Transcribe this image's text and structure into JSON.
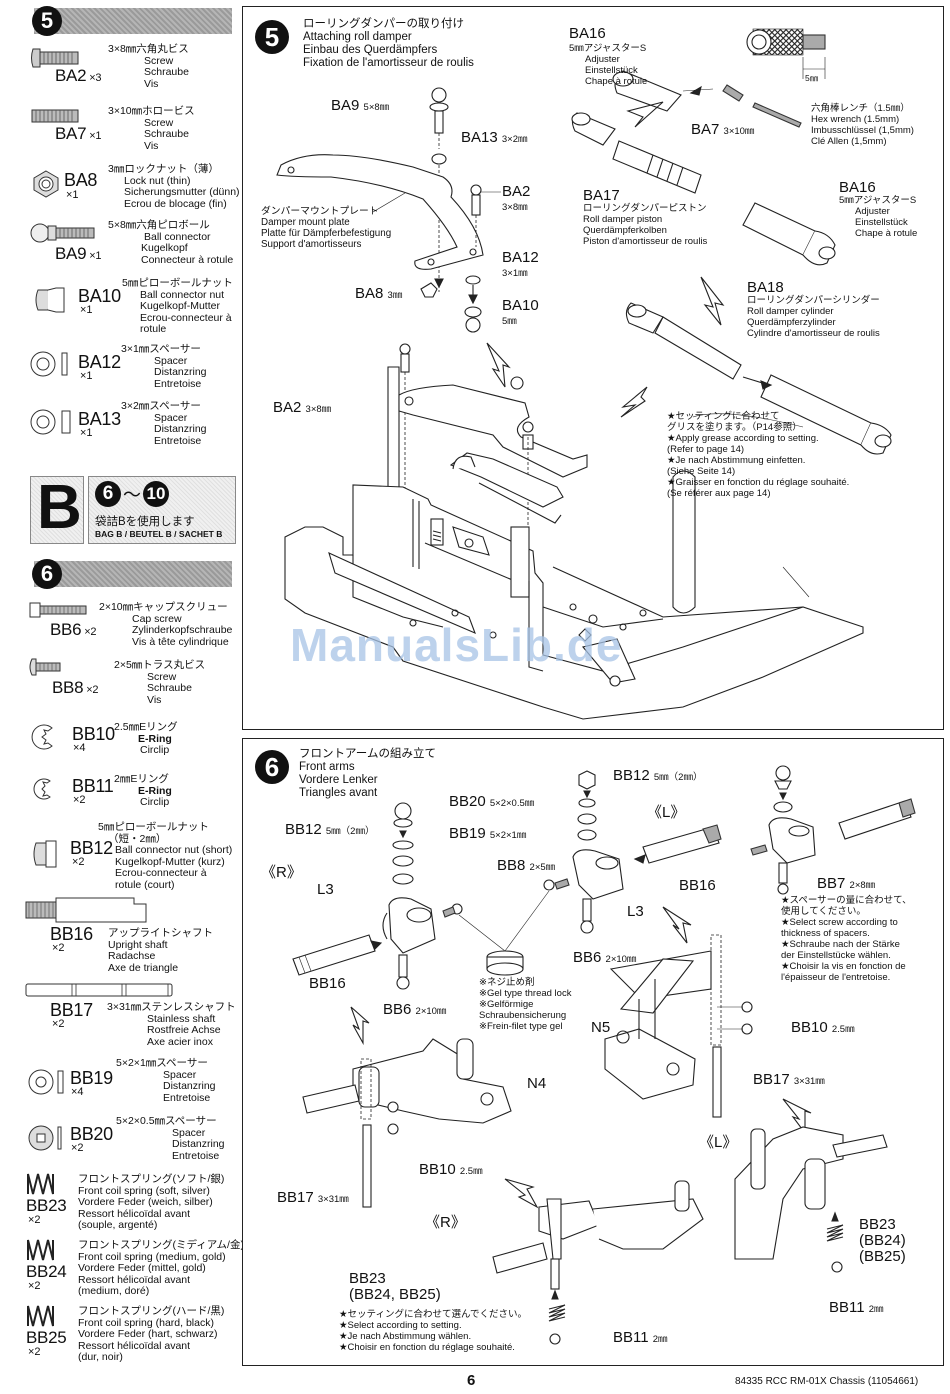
{
  "sidebar": {
    "step5": {
      "number": "5",
      "parts": [
        {
          "code": "BA2",
          "qty": "×3",
          "jp": "3×8㎜六角丸ビス",
          "en": "Screw",
          "de": "Schraube",
          "fr": "Vis"
        },
        {
          "code": "BA7",
          "qty": "×1",
          "jp": "3×10㎜ホロービス",
          "en": "Screw",
          "de": "Schraube",
          "fr": "Vis"
        },
        {
          "code": "BA8",
          "qty": "×1",
          "jp": "3㎜ロックナット（薄）",
          "en": "Lock nut (thin)",
          "de": "Sicherungsmutter (dünn)",
          "fr": "Ecrou de blocage (fin)"
        },
        {
          "code": "BA9",
          "qty": "×1",
          "jp": "5×8㎜六角ピロボール",
          "en": "Ball connector",
          "de": "Kugelkopf",
          "fr": "Connecteur à rotule"
        },
        {
          "code": "BA10",
          "qty": "×1",
          "jp": "5㎜ピローボールナット",
          "en": "Ball connector nut",
          "de": "Kugelkopf-Mutter",
          "fr": "Ecrou-connecteur à",
          "fr2": "rotule"
        },
        {
          "code": "BA12",
          "qty": "×1",
          "jp": "3×1㎜スペーサー",
          "en": "Spacer",
          "de": "Distanzring",
          "fr": "Entretoise"
        },
        {
          "code": "BA13",
          "qty": "×1",
          "jp": "3×2㎜スペーサー",
          "en": "Spacer",
          "de": "Distanzring",
          "fr": "Entretoise"
        }
      ]
    },
    "bag": {
      "letter": "B",
      "range_start": "6",
      "range_sep": "〜",
      "range_end": "10",
      "jp": "袋詰Bを使用します",
      "en": "BAG B / BEUTEL B / SACHET B"
    },
    "step6": {
      "number": "6",
      "parts": [
        {
          "code": "BB6",
          "qty": "×2",
          "jp": "2×10㎜キャップスクリュー",
          "en": "Cap screw",
          "de": "Zylinderkopfschraube",
          "fr": "Vis à tête cylindrique"
        },
        {
          "code": "BB8",
          "qty": "×2",
          "jp": "2×5㎜トラス丸ビス",
          "en": "Screw",
          "de": "Schraube",
          "fr": "Vis"
        },
        {
          "code": "BB10",
          "qty": "×4",
          "jp": "2.5㎜Eリング",
          "en": "E-Ring",
          "de": "Circlip"
        },
        {
          "code": "BB11",
          "qty": "×2",
          "jp": "2㎜Eリング",
          "en": "E-Ring",
          "de": "Circlip"
        },
        {
          "code": "BB12",
          "qty": "×2",
          "jp": "5㎜ピローボールナット",
          "jp2": "（短・2㎜）",
          "en": "Ball connector nut (short)",
          "de": "Kugelkopf-Mutter (kurz)",
          "fr": "Ecrou-connecteur à",
          "fr2": "rotule (court)"
        },
        {
          "code": "BB16",
          "qty": "×2",
          "jp": "アップライトシャフト",
          "en": "Upright shaft",
          "de": "Radachse",
          "fr": "Axe de triangle"
        },
        {
          "code": "BB17",
          "qty": "×2",
          "jp": "3×31㎜ステンレスシャフト",
          "en": "Stainless shaft",
          "de": "Rostfreie Achse",
          "fr": "Axe acier inox"
        },
        {
          "code": "BB19",
          "qty": "×4",
          "jp": "5×2×1㎜スペーサー",
          "en": "Spacer",
          "de": "Distanzring",
          "fr": "Entretoise"
        },
        {
          "code": "BB20",
          "qty": "×2",
          "jp": "5×2×0.5㎜スペーサー",
          "en": "Spacer",
          "de": "Distanzring",
          "fr": "Entretoise"
        },
        {
          "code": "BB23",
          "qty": "×2",
          "jp": "フロントスプリング(ソフト/銀)",
          "en": "Front coil spring (soft, silver)",
          "de": "Vordere Feder (weich, silber)",
          "fr": "Ressort hélicoïdal avant",
          "fr2": "(souple, argenté)"
        },
        {
          "code": "BB24",
          "qty": "×2",
          "jp": "フロントスプリング(ミディアム/金)",
          "en": "Front coil spring (medium, gold)",
          "de": "Vordere Feder (mittel, gold)",
          "fr": "Ressort hélicoïdal avant",
          "fr2": "(medium, doré)"
        },
        {
          "code": "BB25",
          "qty": "×2",
          "jp": "フロントスプリング(ハード/黒)",
          "en": "Front coil spring (hard, black)",
          "de": "Vordere Feder (hart, schwarz)",
          "fr": "Ressort hélicoïdal avant",
          "fr2": "(dur, noir)"
        }
      ]
    }
  },
  "step5": {
    "number": "5",
    "title_jp": "ローリングダンパーの取り付け",
    "title_en": "Attaching roll damper",
    "title_de": "Einbau des Querdämpfers",
    "title_fr": "Fixation de l'amortisseur de roulis",
    "labels": {
      "ba9": "BA9",
      "ba9_size": "5×8㎜",
      "ba13": "BA13",
      "ba13_size": "3×2㎜",
      "ba2": "BA2",
      "ba2_size": "3×8㎜",
      "ba12": "BA12",
      "ba12_size": "3×1㎜",
      "ba8": "BA8",
      "ba8_size": "3㎜",
      "ba10": "BA10",
      "ba10_size": "5㎜",
      "ba2b": "BA2",
      "ba2b_size": "3×8㎜",
      "ba7": "BA7",
      "ba7_size": "3×10㎜",
      "dim_5mm": "5㎜"
    },
    "damper_plate": [
      "ダンパーマウントプレート",
      "Damper mount plate",
      "Platte für Dämpferbefestigung",
      "Support d'amortisseurs"
    ],
    "ba16_top": {
      "code": "BA16",
      "lines": [
        "5㎜アジャスターS",
        "Adjuster",
        "Einstellstück",
        "Chape à rotule"
      ]
    },
    "ba16_mid": {
      "code": "BA16",
      "lines": [
        "5㎜アジャスターS",
        "Adjuster",
        "Einstellstück",
        "Chape à rotule"
      ]
    },
    "ba17": {
      "code": "BA17",
      "lines": [
        "ローリングダンパーピストン",
        "Roll damper piston",
        "Querdämpferkolben",
        "Piston d'amortisseur de roulis"
      ]
    },
    "ba18": {
      "code": "BA18",
      "lines": [
        "ローリングダンパーシリンダー",
        "Roll damper cylinder",
        "Querdämpferzylinder",
        "Cylindre d'amortisseur de roulis"
      ]
    },
    "hex_wrench": [
      "六角棒レンチ（1.5㎜）",
      "Hex wrench (1.5mm)",
      "Imbusschlüssel (1,5mm)",
      "Clé Allen (1,5mm)"
    ],
    "grease_note": [
      "★セッティングに合わせて",
      "グリスを塗ります。（P14参照）",
      "★Apply grease according to setting.",
      "(Refer to page 14)",
      "★Je nach Abstimmung einfetten.",
      "(Siehe Seite 14)",
      "★Graisser en fonction du réglage souhaité.",
      "(Se référer aux page 14)"
    ]
  },
  "step6": {
    "number": "6",
    "title_jp": "フロントアームの組み立て",
    "title_en": "Front arms",
    "title_de": "Vordere Lenker",
    "title_fr": "Triangles avant",
    "labels": {
      "bb12_r": "BB12",
      "bb12_r_size": "5㎜（2㎜）",
      "bb20": "BB20",
      "bb20_size": "5×2×0.5㎜",
      "bb19": "BB19",
      "bb19_size": "5×2×1㎜",
      "bb8": "BB8",
      "bb8_size": "2×5㎜",
      "r_marker": "《R》",
      "l3_r": "L3",
      "bb16_r": "BB16",
      "bb6_r": "BB6",
      "bb6_r_size": "2×10㎜",
      "bb12_l": "BB12",
      "bb12_l_size": "5㎜（2㎜）",
      "l_marker": "《L》",
      "bb16_l": "BB16",
      "l3_l": "L3",
      "bb6_l": "BB6",
      "bb6_l_size": "2×10㎜",
      "bb7": "BB7",
      "bb7_size": "2×8㎜",
      "n5": "N5",
      "bb10_l": "BB10",
      "bb10_l_size": "2.5㎜",
      "bb17_l": "BB17",
      "bb17_l_size": "3×31㎜",
      "l_marker2": "《L》",
      "n4": "N4",
      "bb10_r": "BB10",
      "bb10_r_size": "2.5㎜",
      "bb17_r": "BB17",
      "bb17_r_size": "3×31㎜",
      "r_marker2": "《R》",
      "bb23_r": "BB23",
      "bb23_r_alt": "(BB24, BB25)",
      "bb11_r": "BB11",
      "bb11_r_size": "2㎜",
      "bb23_l": "BB23",
      "bb24_l": "(BB24)",
      "bb25_l": "(BB25)",
      "bb11_l": "BB11",
      "bb11_l_size": "2㎜"
    },
    "gel_note": [
      "※ネジ止め剤",
      "※Gel type thread lock",
      "※Gelförmige",
      "Schraubensicherung",
      "※Frein-filet type gel"
    ],
    "spacer_note": [
      "★スペーサーの量に合わせて、",
      "使用してください。",
      "★Select screw according to",
      "thickness of spacers.",
      "★Schraube nach der Stärke",
      "der Einstellstücke wählen.",
      "★Choisir la vis en fonction de",
      "l'épaisseur de l'entretoise."
    ],
    "spring_note": [
      "★セッティングに合わせて選んでください。",
      "★Select according to setting.",
      "★Je nach Abstimmung wählen.",
      "★Choisir en fonction du réglage souhaité."
    ]
  },
  "watermark": "ManualsLib.de",
  "footer": {
    "page_number": "6",
    "product": "84335  RCC RM-01X Chassis (11054661)"
  }
}
